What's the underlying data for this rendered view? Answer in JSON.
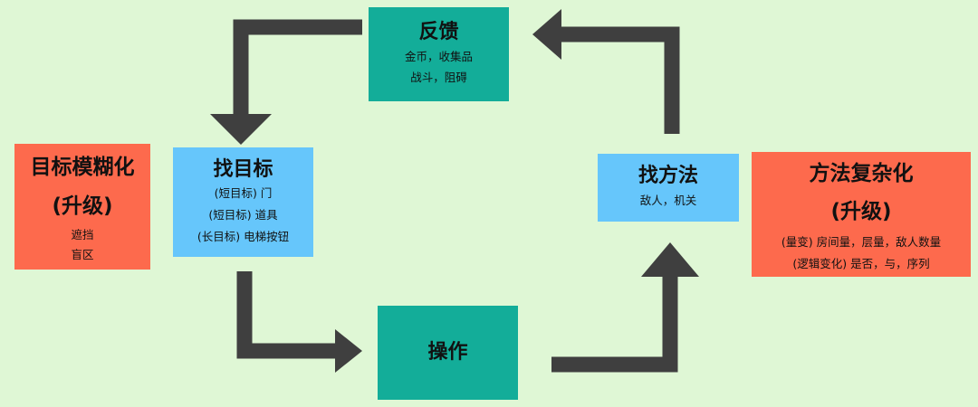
{
  "nodes": {
    "feedback": {
      "title": "反馈",
      "lines": [
        "金币，收集品",
        "战斗，阻碍"
      ]
    },
    "find_goal": {
      "title": "找目标",
      "lines": [
        "(短目标) 门",
        "(短目标) 道具",
        "(长目标) 电梯按钮"
      ]
    },
    "find_method": {
      "title": "找方法",
      "lines": [
        "敌人，机关"
      ]
    },
    "operate": {
      "title": "操作"
    },
    "goal_blur": {
      "title": "目标模糊化",
      "subtitle": "(升级)",
      "lines": [
        "遮挡",
        "盲区"
      ]
    },
    "method_complex": {
      "title": "方法复杂化",
      "subtitle": "(升级)",
      "lines": [
        "(量变) 房间量，层量，敌人数量",
        "(逻辑变化) 是否，与，序列"
      ]
    }
  },
  "colors": {
    "background": "#dff7d5",
    "teal": "#13ad99",
    "blue": "#66c6fb",
    "red": "#fd6a4d",
    "arrow": "#3f3f3f"
  }
}
